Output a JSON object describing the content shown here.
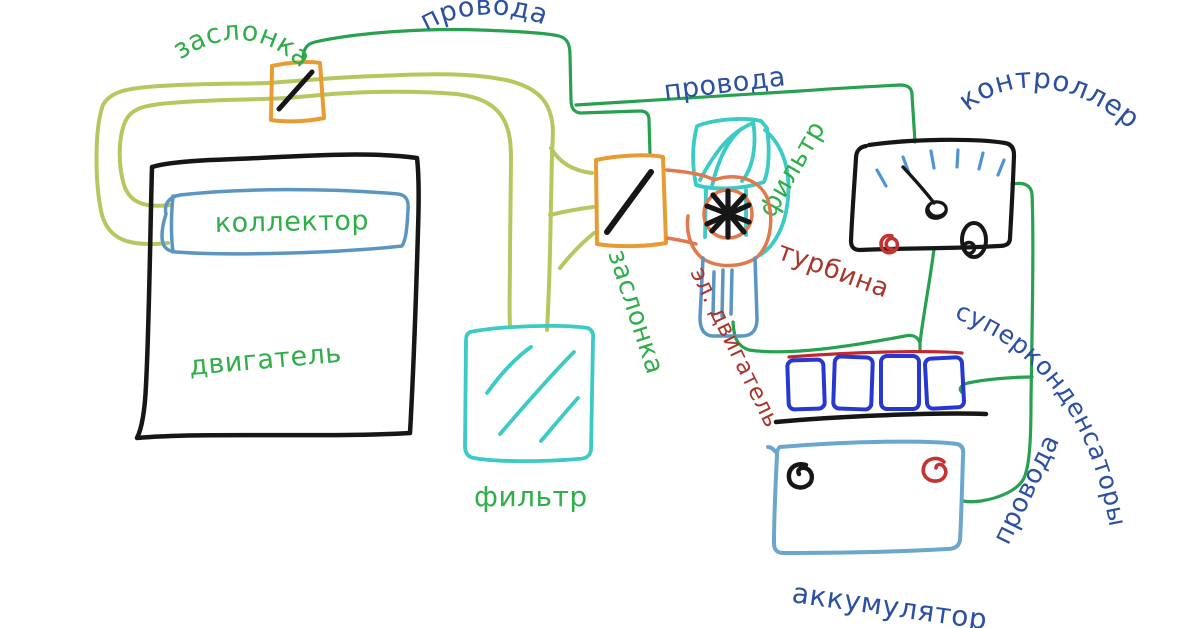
{
  "palette": {
    "bg": "#ffffff",
    "ink": "#161616",
    "label-green": "#2fae4a",
    "wire-green": "#27a14f",
    "pipe-olive": "#b5c75f",
    "navy": "#2b4fa3",
    "dark-red": "#a9362b",
    "orange": "#e79b30",
    "salmon": "#e1794e",
    "cyan": "#3bcac4",
    "steel-blue": "#5b96c2",
    "battery-blue": "#6ba6cd",
    "cap-blue": "#2737cf",
    "cap-red": "#c2272d",
    "tick-blue": "#4f94d6",
    "knob-red": "#c43232"
  },
  "diagram": {
    "labels": {
      "wires_top": "провода",
      "throttle_top": "заслонка",
      "collector": "коллектор",
      "engine": "двигатель",
      "wires_mid": "провода",
      "throttle_mid": "заслонка",
      "air_filter_turbine": "фильтр",
      "turbine": "турбина",
      "electric_motor": "эл. двигатель",
      "controller": "контроллер",
      "filter_bottom": "фильтр",
      "supercapacitors": "суперконденсаторы",
      "wires_right": "провода",
      "battery": "аккумулятор"
    }
  }
}
